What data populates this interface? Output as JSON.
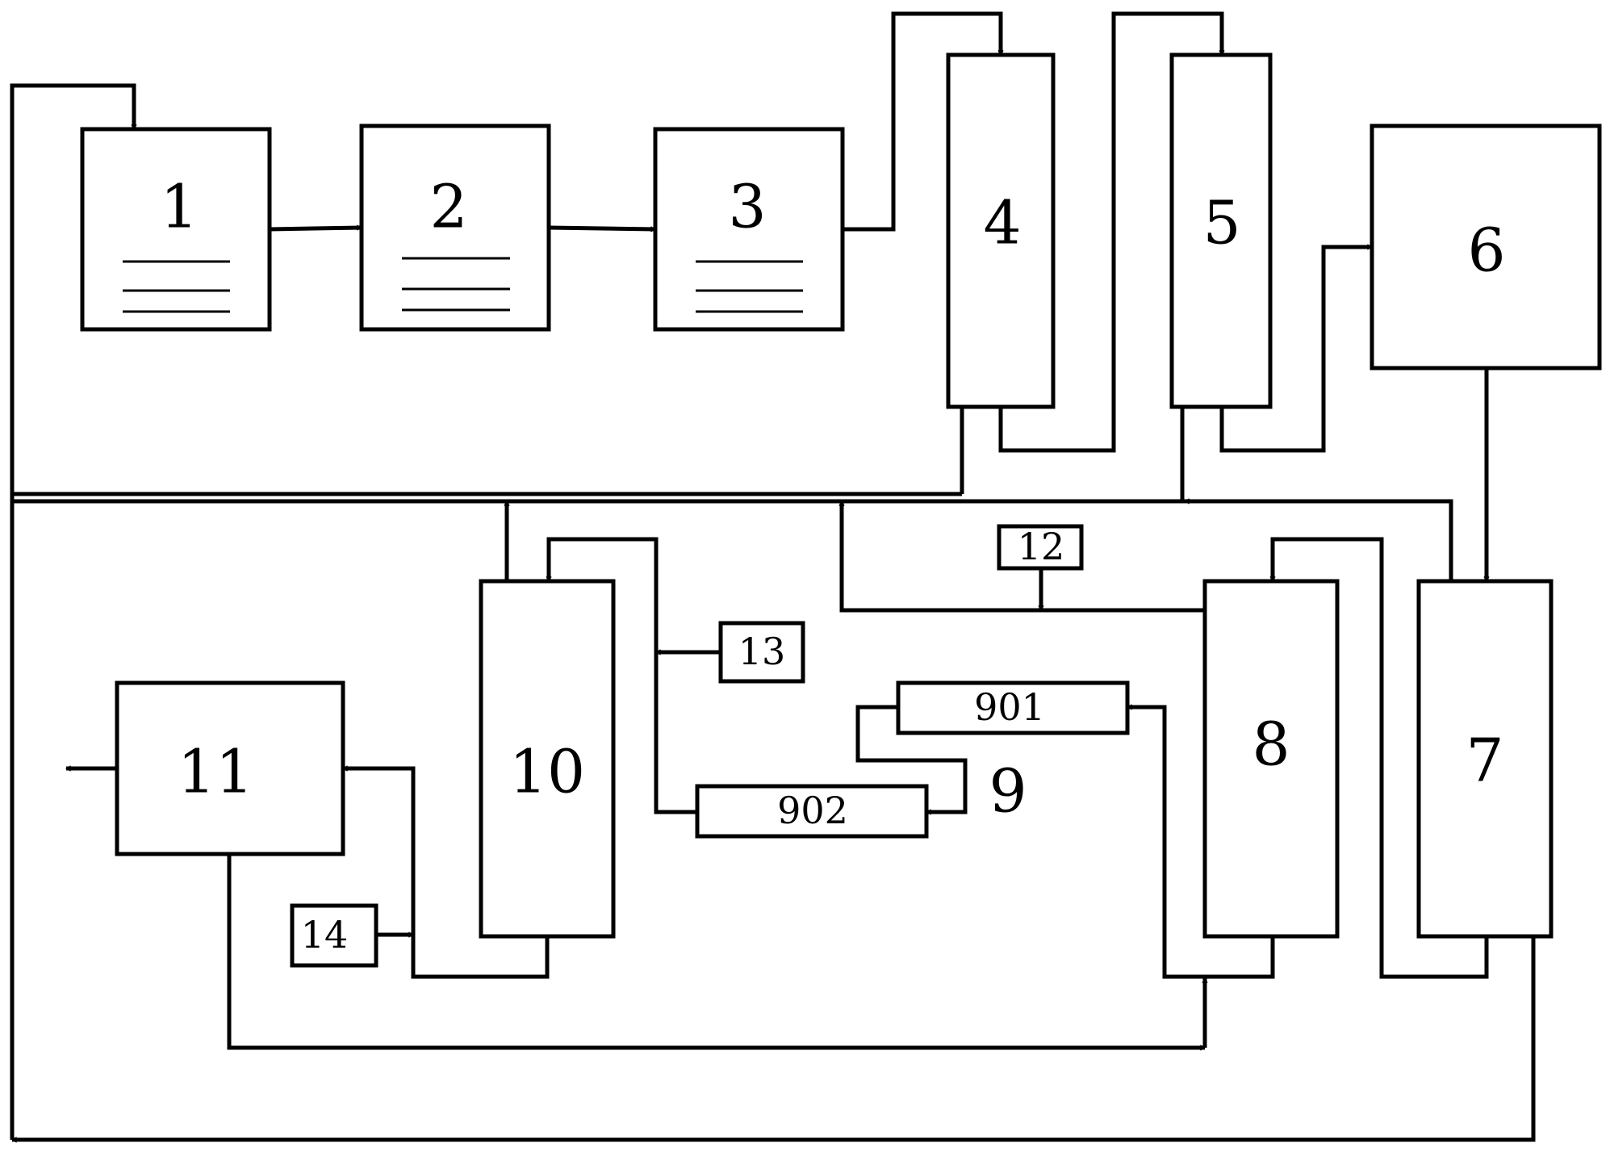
{
  "labels": {
    "b1": "1",
    "b2": "2",
    "b3": "3",
    "b4": "4",
    "b5": "5",
    "b6": "6",
    "b7": "7",
    "b8": "8",
    "b9": "9",
    "b10": "10",
    "b11": "11",
    "b12": "12",
    "b13": "13",
    "b14": "14",
    "b901": "901",
    "b902": "902"
  }
}
